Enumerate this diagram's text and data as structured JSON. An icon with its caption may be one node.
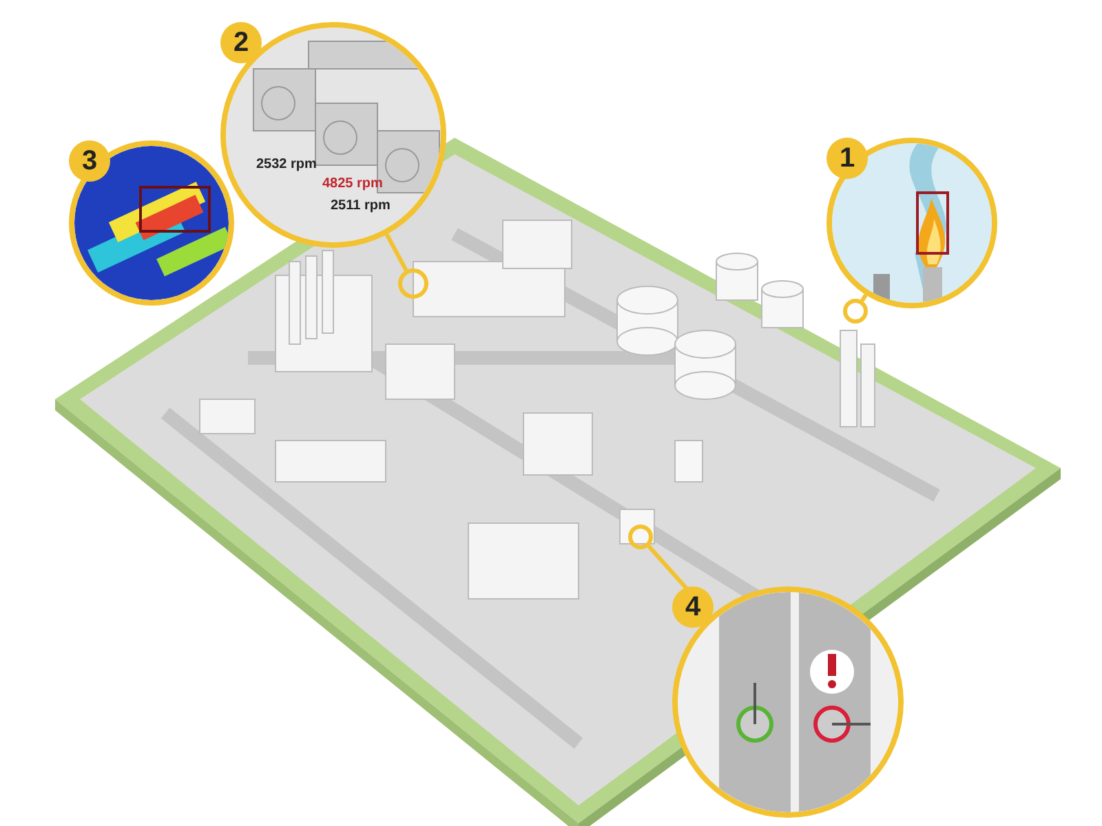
{
  "diagram": {
    "nodes": [
      {
        "text": [
          "1"
        ]
      },
      {
        "text": [
          "2",
          "2532 rpm",
          "4825 rpm",
          "2511 rpm"
        ]
      },
      {
        "text": [
          "3"
        ]
      },
      {
        "text": [
          "4"
        ]
      },
      {
        "text": [],
        "shape": "circle"
      },
      {
        "text": [],
        "shape": "circle"
      },
      {
        "text": [],
        "shape": "circle"
      }
    ],
    "edges": [
      {
        "from": 0,
        "to": 4,
        "arrow": "none"
      },
      {
        "from": 1,
        "to": 5,
        "arrow": "none"
      },
      {
        "from": 3,
        "to": 6,
        "arrow": "none"
      }
    ]
  }
}
